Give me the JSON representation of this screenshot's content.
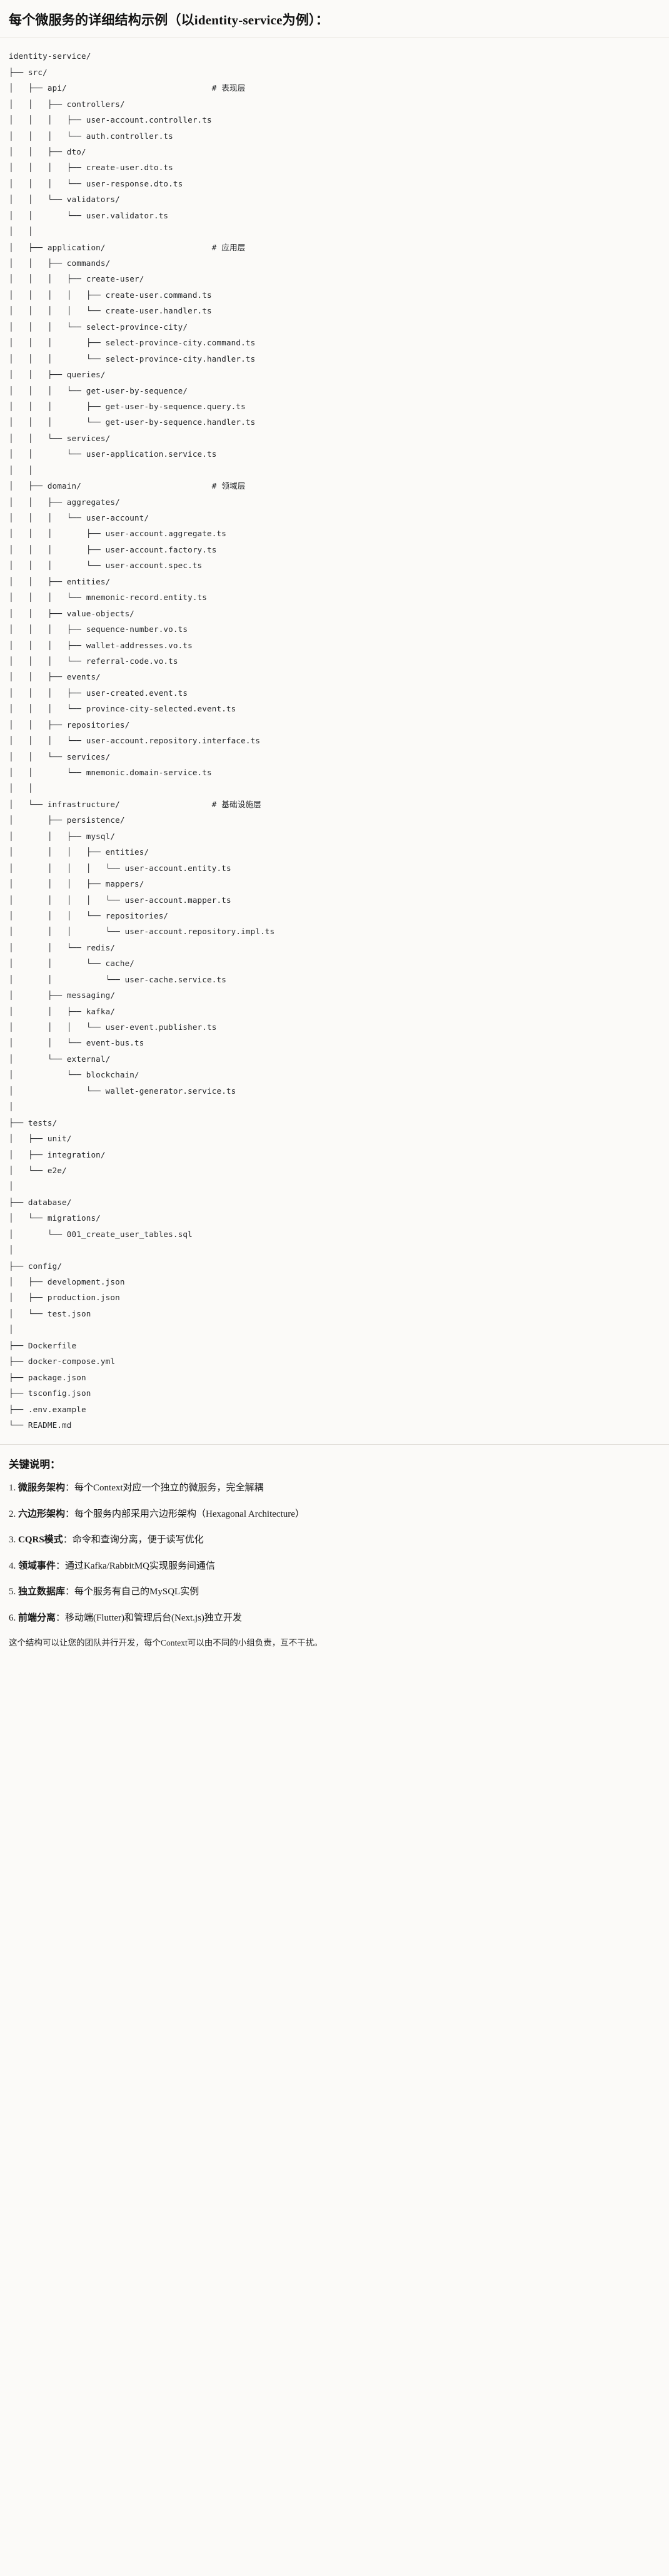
{
  "header": {
    "title": "每个微服务的详细结构示例（以identity-service为例）："
  },
  "tree": {
    "root": "identity-service/",
    "text": "identity-service/\n├── src/\n│   ├── api/                              # 表现层\n│   │   ├── controllers/\n│   │   │   ├── user-account.controller.ts\n│   │   │   └── auth.controller.ts\n│   │   ├── dto/\n│   │   │   ├── create-user.dto.ts\n│   │   │   └── user-response.dto.ts\n│   │   └── validators/\n│   │       └── user.validator.ts\n│   │\n│   ├── application/                      # 应用层\n│   │   ├── commands/\n│   │   │   ├── create-user/\n│   │   │   │   ├── create-user.command.ts\n│   │   │   │   └── create-user.handler.ts\n│   │   │   └── select-province-city/\n│   │   │       ├── select-province-city.command.ts\n│   │   │       └── select-province-city.handler.ts\n│   │   ├── queries/\n│   │   │   └── get-user-by-sequence/\n│   │   │       ├── get-user-by-sequence.query.ts\n│   │   │       └── get-user-by-sequence.handler.ts\n│   │   └── services/\n│   │       └── user-application.service.ts\n│   │\n│   ├── domain/                           # 领域层\n│   │   ├── aggregates/\n│   │   │   └── user-account/\n│   │   │       ├── user-account.aggregate.ts\n│   │   │       ├── user-account.factory.ts\n│   │   │       └── user-account.spec.ts\n│   │   ├── entities/\n│   │   │   └── mnemonic-record.entity.ts\n│   │   ├── value-objects/\n│   │   │   ├── sequence-number.vo.ts\n│   │   │   ├── wallet-addresses.vo.ts\n│   │   │   └── referral-code.vo.ts\n│   │   ├── events/\n│   │   │   ├── user-created.event.ts\n│   │   │   └── province-city-selected.event.ts\n│   │   ├── repositories/\n│   │   │   └── user-account.repository.interface.ts\n│   │   └── services/\n│   │       └── mnemonic.domain-service.ts\n│   │\n│   └── infrastructure/                   # 基础设施层\n│       ├── persistence/\n│       │   ├── mysql/\n│       │   │   ├── entities/\n│       │   │   │   └── user-account.entity.ts\n│       │   │   ├── mappers/\n│       │   │   │   └── user-account.mapper.ts\n│       │   │   └── repositories/\n│       │   │       └── user-account.repository.impl.ts\n│       │   └── redis/\n│       │       └── cache/\n│       │           └── user-cache.service.ts\n│       ├── messaging/\n│       │   ├── kafka/\n│       │   │   └── user-event.publisher.ts\n│       │   └── event-bus.ts\n│       └── external/\n│           └── blockchain/\n│               └── wallet-generator.service.ts\n│\n├── tests/\n│   ├── unit/\n│   ├── integration/\n│   └── e2e/\n│\n├── database/\n│   └── migrations/\n│       └── 001_create_user_tables.sql\n│\n├── config/\n│   ├── development.json\n│   ├── production.json\n│   └── test.json\n│\n├── Dockerfile\n├── docker-compose.yml\n├── package.json\n├── tsconfig.json\n├── .env.example\n└── README.md",
    "layer_comments": [
      "# 表现层",
      "# 应用层",
      "# 领域层",
      "# 基础设施层"
    ]
  },
  "notes": {
    "title": "关键说明：",
    "items": [
      {
        "num": "1.",
        "label": "微服务架构",
        "sep": "：",
        "desc": "每个Context对应一个独立的微服务，完全解耦"
      },
      {
        "num": "2.",
        "label": "六边形架构",
        "sep": "：",
        "desc": "每个服务内部采用六边形架构（Hexagonal Architecture）"
      },
      {
        "num": "3.",
        "label": "CQRS模式",
        "sep": "：",
        "desc": "命令和查询分离，便于读写优化"
      },
      {
        "num": "4.",
        "label": "领域事件",
        "sep": "：",
        "desc": "通过Kafka/RabbitMQ实现服务间通信"
      },
      {
        "num": "5.",
        "label": "独立数据库",
        "sep": "：",
        "desc": "每个服务有自己的MySQL实例"
      },
      {
        "num": "6.",
        "label": "前端分离",
        "sep": "：",
        "desc": "移动端(Flutter)和管理后台(Next.js)独立开发"
      }
    ],
    "closing": "这个结构可以让您的团队并行开发，每个Context可以由不同的小组负责，互不干扰。"
  }
}
